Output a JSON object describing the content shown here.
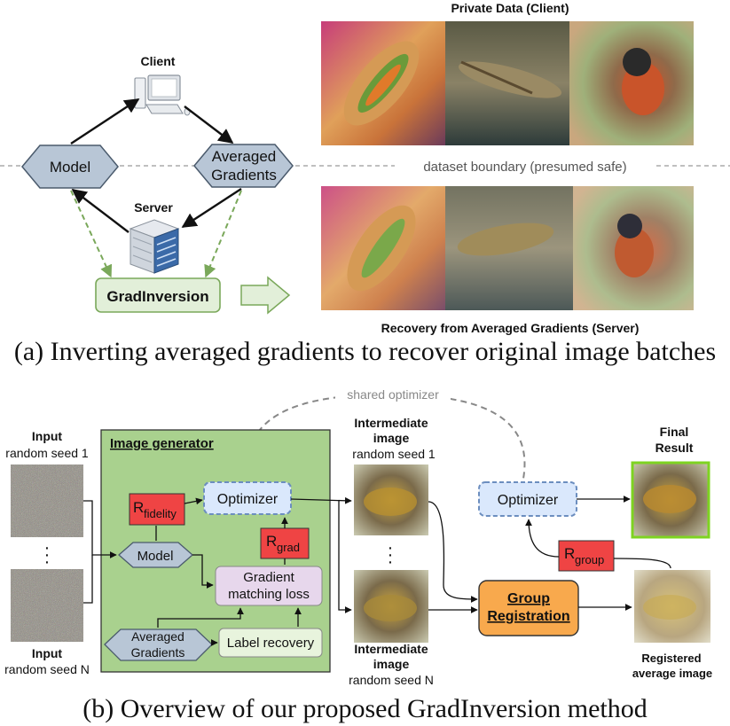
{
  "part_a": {
    "client_label": "Client",
    "server_label": "Server",
    "model_label": "Model",
    "averaged_gradients_line1": "Averaged",
    "averaged_gradients_line2": "Gradients",
    "gradinversion_label": "GradInversion",
    "boundary_label": "dataset boundary (presumed safe)",
    "private_data_title": "Private Data (Client)",
    "recovery_title": "Recovery from Averaged Gradients (Server)",
    "caption": "(a) Inverting averaged gradients to recover original image batches"
  },
  "part_b": {
    "shared_optimizer": "shared optimizer",
    "input_1_line1": "Input",
    "input_1_line2": "random seed 1",
    "input_n_line1": "Input",
    "input_n_line2": "random seed N",
    "ellipsis": "·",
    "image_generator": "Image generator",
    "optimizer": "Optimizer",
    "r_fidelity_main": "R",
    "r_fidelity_sub": "fidelity",
    "r_grad_main": "R",
    "r_grad_sub": "grad",
    "r_group_main": "R",
    "r_group_sub": "group",
    "model": "Model",
    "gradient_matching_line1": "Gradient",
    "gradient_matching_line2": "matching loss",
    "averaged_line1": "Averaged",
    "averaged_line2": "Gradients",
    "label_recovery": "Label recovery",
    "intermediate_1_line1": "Intermediate",
    "intermediate_1_line2": "image",
    "intermediate_1_line3": "random seed 1",
    "intermediate_n_line1": "Intermediate",
    "intermediate_n_line2": "image",
    "intermediate_n_line3": "random seed N",
    "group_line1": "Group",
    "group_line2": "Registration",
    "final_line1": "Final",
    "final_line2": "Result",
    "registered_line1": "Registered",
    "registered_line2": "average image",
    "caption": "(b) Overview of our proposed GradInversion method"
  },
  "colors": {
    "hexagon_fill": "#b8c6d6",
    "green_panel": "#a9d18e",
    "gradinversion_fill": "#e2efd9",
    "optimizer_fill": "#dae8fc",
    "reg_fill": "#f8cecc",
    "red_box": "#ef4444",
    "group_fill": "#f8a94d",
    "label_recovery_fill": "#e8f4dd",
    "gradient_loss_fill": "#e7d7ec"
  }
}
